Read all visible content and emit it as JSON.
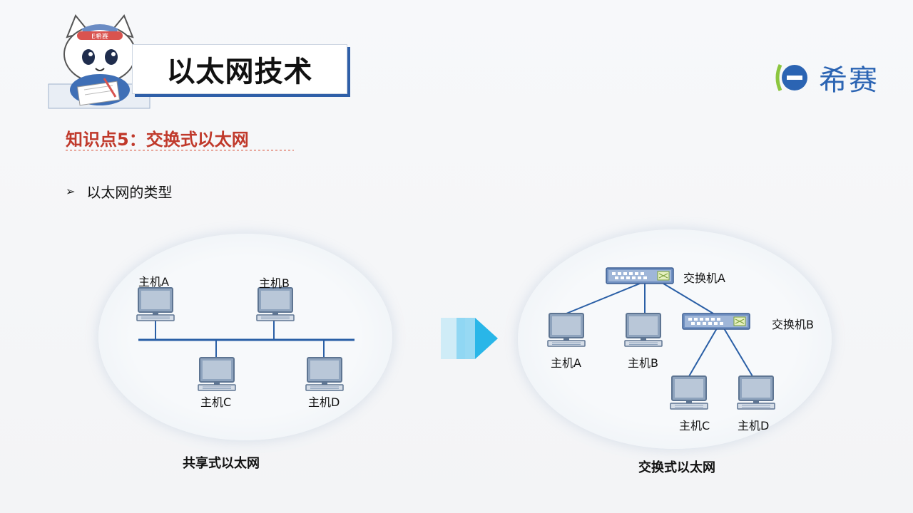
{
  "header": {
    "title": "以太网技术",
    "mascot_badge": "E希赛",
    "brand": "希赛"
  },
  "knowledge_point": "知识点5：交换式以太网",
  "bullet": "以太网的类型",
  "shared": {
    "caption": "共享式以太网",
    "hosts": [
      "主机A",
      "主机B",
      "主机C",
      "主机D"
    ]
  },
  "switched": {
    "caption": "交换式以太网",
    "switches": [
      "交换机A",
      "交换机B"
    ],
    "hosts": [
      "主机A",
      "主机B",
      "主机C",
      "主机D"
    ]
  },
  "colors": {
    "accent": "#2f5fa8",
    "kp_red": "#c0392b",
    "arrow": "#29b6e8"
  }
}
